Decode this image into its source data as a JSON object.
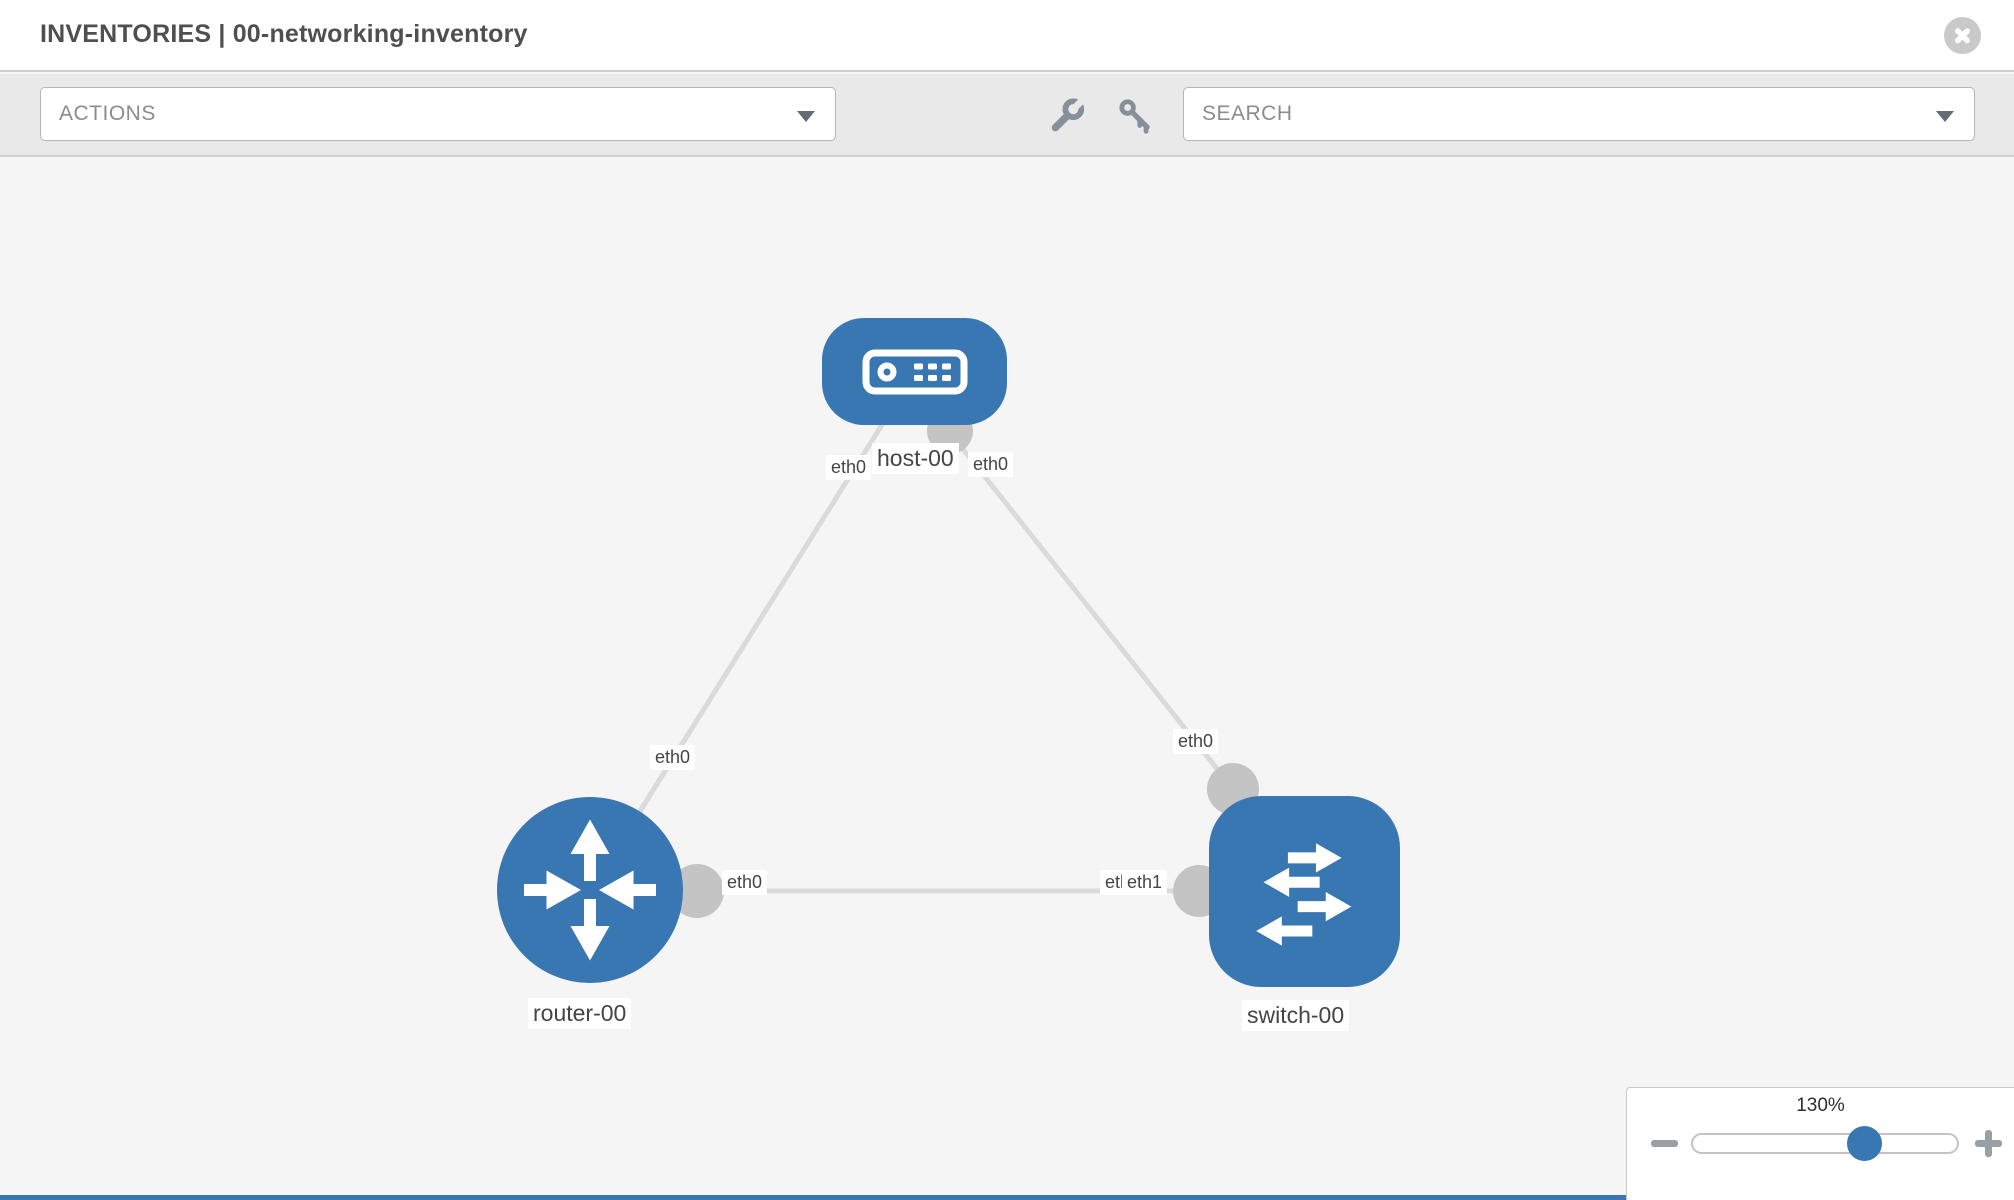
{
  "header": {
    "title": "INVENTORIES | 00-networking-inventory",
    "close_icon": "circle-x-icon"
  },
  "toolbar": {
    "actions_label": "ACTIONS",
    "search_placeholder": "SEARCH",
    "icons": [
      {
        "name": "wrench-icon"
      },
      {
        "name": "key-icon"
      }
    ]
  },
  "topology": {
    "nodes": [
      {
        "id": "host-00",
        "type": "host",
        "label": "host-00",
        "icon": "host-icon"
      },
      {
        "id": "router-00",
        "type": "router",
        "label": "router-00",
        "icon": "router-icon"
      },
      {
        "id": "switch-00",
        "type": "switch",
        "label": "switch-00",
        "icon": "switch-icon"
      }
    ],
    "links": [
      {
        "from": "host-00",
        "to": "router-00",
        "from_label": "eth0",
        "to_label": "eth0"
      },
      {
        "from": "host-00",
        "to": "switch-00",
        "from_label": "eth0",
        "to_label": "eth0"
      },
      {
        "from": "router-00",
        "to": "switch-00",
        "from_label": "eth0",
        "to_label": "eth1",
        "to_label_hidden": "eth0"
      }
    ]
  },
  "zoom_control": {
    "value": "130%",
    "minus_icon": "minus-icon",
    "plus_icon": "plus-icon",
    "thumb_position_pct": 64
  },
  "colors": {
    "node_blue": "#3877b2",
    "link_gray": "#dadada",
    "connector_gray": "#c4c4c4",
    "accent_strip": "#3877b2"
  }
}
